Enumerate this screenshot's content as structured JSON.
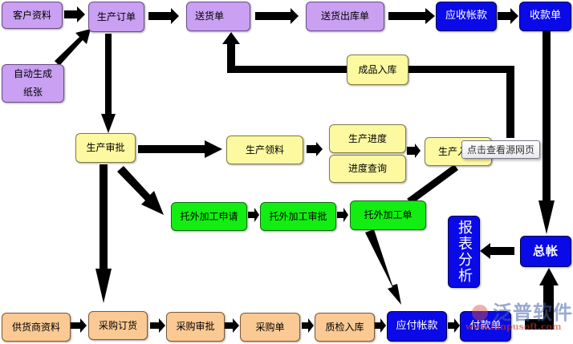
{
  "diagram": {
    "title": "",
    "nodes": {
      "customer_data": "客户资料",
      "production_order": "生产订单",
      "auto_generate": "自动生成纸张",
      "delivery_note": "送货单",
      "delivery_outbound": "送货出库单",
      "receivable": "应收帐款",
      "receipt": "收款单",
      "finished_goods_in": "成品入库",
      "production_approval": "生产审批",
      "production_material": "生产领料",
      "production_progress": "生产进度",
      "progress_query": "进度查询",
      "production_complete": "生产入",
      "outsource_request": "托外加工申请",
      "outsource_approval": "托外加工审批",
      "outsource_order": "托外加工单",
      "report_analysis": "报表分析",
      "general_ledger": "总帐",
      "supplier_data": "供货商资料",
      "purchase_order": "采购订货",
      "purchase_approval": "采购审批",
      "purchase_slip": "采购单",
      "qc_inbound": "质检入库",
      "payable": "应付帐款",
      "payment": "付款单"
    },
    "edges": [
      [
        "customer_data",
        "production_order"
      ],
      [
        "auto_generate",
        "production_order"
      ],
      [
        "production_order",
        "delivery_note"
      ],
      [
        "delivery_note",
        "delivery_outbound"
      ],
      [
        "delivery_outbound",
        "receivable"
      ],
      [
        "receivable",
        "receipt"
      ],
      [
        "receipt",
        "general_ledger"
      ],
      [
        "finished_goods_in",
        "delivery_note"
      ],
      [
        "production_order",
        "production_approval"
      ],
      [
        "production_approval",
        "production_material"
      ],
      [
        "production_material",
        "production_progress"
      ],
      [
        "production_progress",
        "production_complete"
      ],
      [
        "production_approval",
        "outsource_request"
      ],
      [
        "outsource_request",
        "outsource_approval"
      ],
      [
        "outsource_approval",
        "outsource_order"
      ],
      [
        "outsource_order",
        "production_complete"
      ],
      [
        "outsource_order",
        "payable"
      ],
      [
        "production_approval",
        "purchase_order"
      ],
      [
        "supplier_data",
        "purchase_order"
      ],
      [
        "purchase_order",
        "purchase_approval"
      ],
      [
        "purchase_approval",
        "purchase_slip"
      ],
      [
        "purchase_slip",
        "qc_inbound"
      ],
      [
        "qc_inbound",
        "payable"
      ],
      [
        "payable",
        "payment"
      ],
      [
        "payment",
        "general_ledger"
      ],
      [
        "general_ledger",
        "report_analysis"
      ]
    ],
    "colors": {
      "sales": "#c9a0f2",
      "production": "#fdf9a0",
      "outsourcing": "#12ee12",
      "purchasing": "#fbc993",
      "finance": "#0a0ae8",
      "arrow": "#000000"
    }
  },
  "tooltip": {
    "text": "点击查看源网页"
  },
  "watermark": {
    "name": "泛普软件",
    "url": "www.fanpusoft.com"
  }
}
